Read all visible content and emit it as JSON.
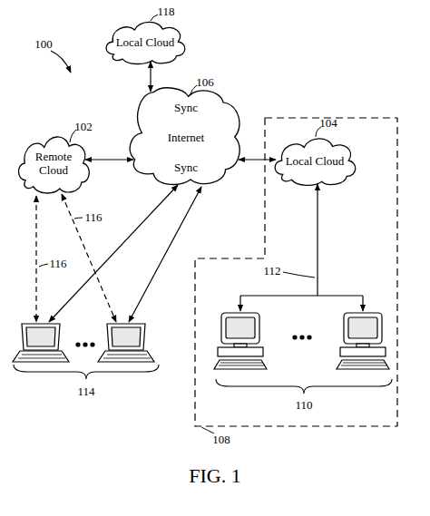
{
  "diagram": {
    "caption": "FIG. 1",
    "nodes": [
      {
        "text": [
          "Local Cloud"
        ]
      },
      {
        "text": [
          "Remote Cloud"
        ]
      },
      {
        "text": [
          "Sync",
          "Internet",
          "Sync"
        ]
      },
      {
        "text": [
          "Local Cloud"
        ]
      }
    ],
    "edges": [
      {
        "from": 0,
        "to": 2,
        "arrow": "both"
      },
      {
        "from": 1,
        "to": 2,
        "arrow": "both"
      },
      {
        "from": 2,
        "to": 3,
        "arrow": "both"
      }
    ],
    "labels": [
      "100",
      "118",
      "106",
      "102",
      "104",
      "116",
      "116",
      "112",
      "114",
      "110",
      "108"
    ]
  }
}
